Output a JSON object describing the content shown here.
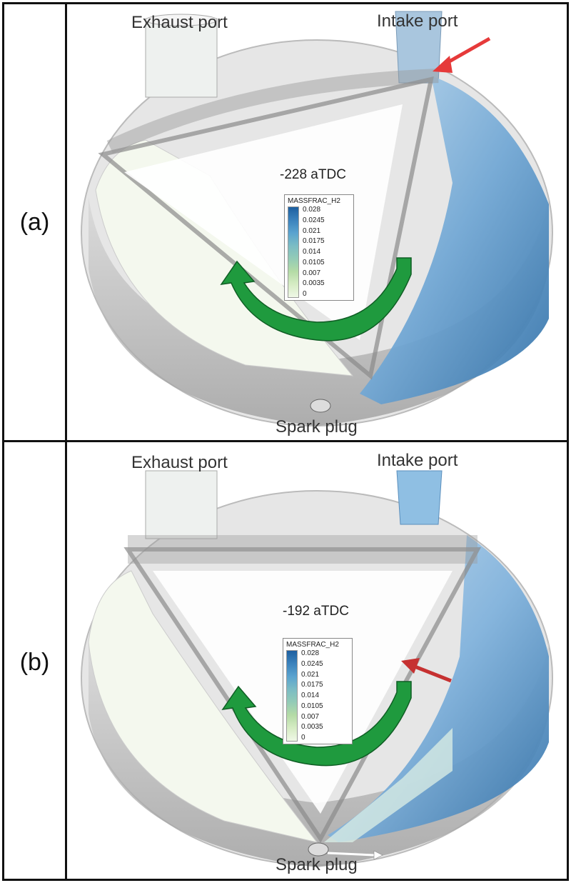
{
  "panels": [
    {
      "id": "a",
      "label": "(a)",
      "exhaust_port": "Exhaust port",
      "intake_port": "Intake port",
      "spark_plug": "Spark plug",
      "crank_angle": "-228 aTDC",
      "legend": {
        "title": "MASSFRAC_H2",
        "ticks": [
          "0.028",
          "0.0245",
          "0.021",
          "0.0175",
          "0.014",
          "0.0105",
          "0.007",
          "0.0035",
          "0"
        ]
      }
    },
    {
      "id": "b",
      "label": "(b)",
      "exhaust_port": "Exhaust port",
      "intake_port": "Intake port",
      "spark_plug": "Spark plug",
      "crank_angle": "-192 aTDC",
      "legend": {
        "title": "MASSFRAC_H2",
        "ticks": [
          "0.028",
          "0.0245",
          "0.021",
          "0.0175",
          "0.014",
          "0.0105",
          "0.007",
          "0.0035",
          "0"
        ]
      }
    }
  ],
  "colors": {
    "rotation_arrow": "#1f9a3e",
    "indicator_arrow": "#e63a3a",
    "h2_high": "#1d5fa0",
    "h2_low": "#eff8e6"
  }
}
